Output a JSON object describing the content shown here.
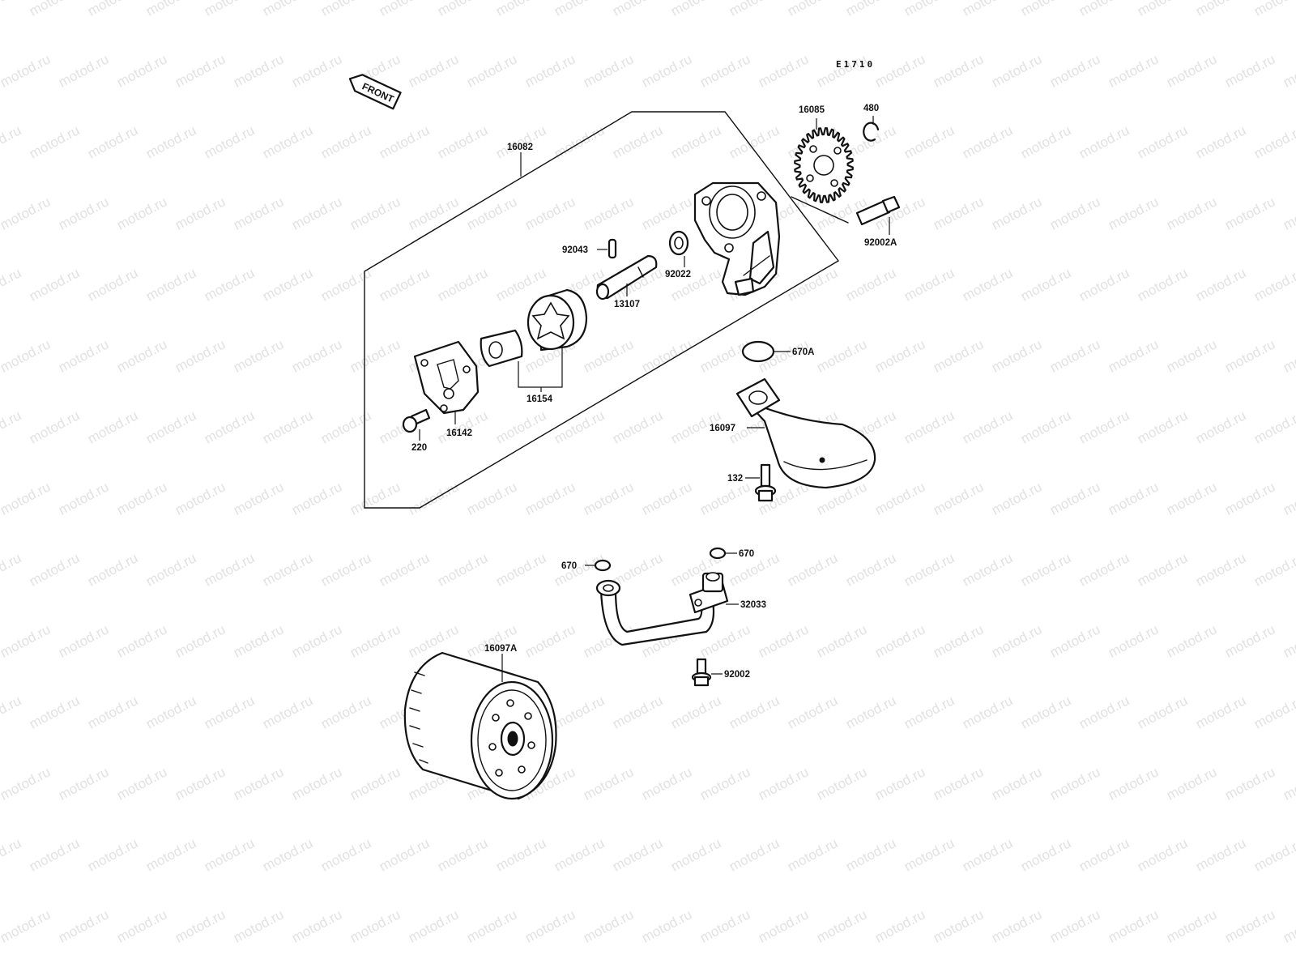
{
  "watermark": "motod.ru",
  "diagram_code": "E1710",
  "front_label": "FRONT",
  "callouts": {
    "p16082": "16082",
    "p16085": "16085",
    "p480": "480",
    "p92002A": "92002A",
    "p92043": "92043",
    "p92022": "92022",
    "p13107": "13107",
    "p16154": "16154",
    "p16142": "16142",
    "p220": "220",
    "p670A": "670A",
    "p16097": "16097",
    "p132": "132",
    "p670_left": "670",
    "p670_right": "670",
    "p32033": "32033",
    "p16097A": "16097A",
    "p92002": "92002"
  }
}
